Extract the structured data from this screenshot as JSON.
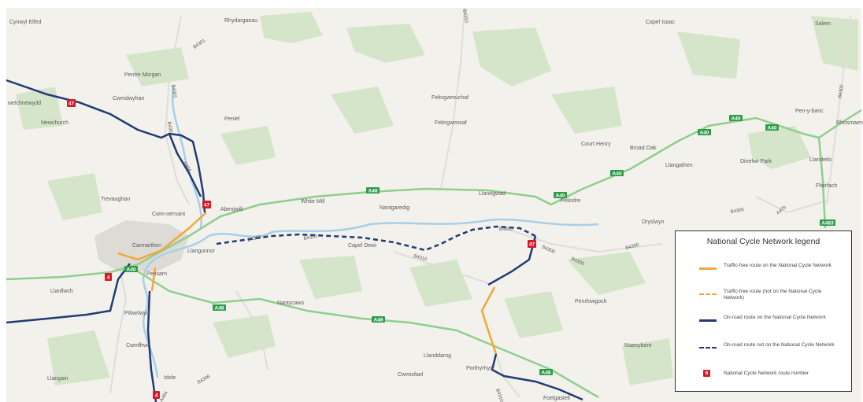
{
  "colors": {
    "land": "#f3f1ec",
    "woodland": "#cfe3c3",
    "river": "#a7cfe8",
    "a_road": "#8fcf8c",
    "ncn_route": "#223a75",
    "traffic_free": "#f2a63c",
    "ncn_marker": "#d7192b"
  },
  "places": [
    {
      "id": "cynwyl-elfed",
      "label": "Cynwyl Elfed"
    },
    {
      "id": "rhydargaeau",
      "label": "Rhydargaeau"
    },
    {
      "id": "capel-isaac",
      "label": "Capel Isaac"
    },
    {
      "id": "salem",
      "label": "Salem"
    },
    {
      "id": "pentre-morgan",
      "label": "Pentre Morgan"
    },
    {
      "id": "cwmdwyfran",
      "label": "Cwmdwyfran"
    },
    {
      "id": "welchnewydd",
      "label": "welchnewydd"
    },
    {
      "id": "newchurch",
      "label": "Newchurch"
    },
    {
      "id": "peniel",
      "label": "Peniel"
    },
    {
      "id": "felingwmuchaf",
      "label": "Felingwmuchaf"
    },
    {
      "id": "felingwmisaf",
      "label": "Felingwmisaf"
    },
    {
      "id": "pen-y-banc",
      "label": "Pen-y-banc"
    },
    {
      "id": "rhosmaen",
      "label": "Rhosmaen"
    },
    {
      "id": "court-henry",
      "label": "Court Henry"
    },
    {
      "id": "broad-oak",
      "label": "Broad Oak"
    },
    {
      "id": "llangathen",
      "label": "Llangathen"
    },
    {
      "id": "dinefwr-park",
      "label": "Dinefwr Park"
    },
    {
      "id": "llandeilo",
      "label": "Llandeilo"
    },
    {
      "id": "ffairfach",
      "label": "Ffairfach"
    },
    {
      "id": "trevaughan",
      "label": "Trevaughan"
    },
    {
      "id": "cwm-oernant",
      "label": "Cwm-oernant"
    },
    {
      "id": "abergwili",
      "label": "Abergwili"
    },
    {
      "id": "white-mill",
      "label": "White Mill"
    },
    {
      "id": "nantgaredig",
      "label": "Nantgaredig"
    },
    {
      "id": "llanegwad",
      "label": "Llanegwad"
    },
    {
      "id": "felindre",
      "label": "Felindre"
    },
    {
      "id": "dryslwyn",
      "label": "Dryslwyn"
    },
    {
      "id": "carmarthen",
      "label": "Carmarthen"
    },
    {
      "id": "llangunnor",
      "label": "Llangunnor"
    },
    {
      "id": "capel-dewi",
      "label": "Capel Dewi"
    },
    {
      "id": "pensarn",
      "label": "Pensarn"
    },
    {
      "id": "llanllwch",
      "label": "Llanllwch"
    },
    {
      "id": "pibwrlwyd",
      "label": "Pibwrlwyd"
    },
    {
      "id": "nantycaws",
      "label": "Nantycaws"
    },
    {
      "id": "penrhiwgoch",
      "label": "Penrhiwgoch"
    },
    {
      "id": "cwmffrwd",
      "label": "Cwmffrwd"
    },
    {
      "id": "maesybont",
      "label": "Maesybont"
    },
    {
      "id": "llanddarog",
      "label": "Llanddarog"
    },
    {
      "id": "cwmisfael",
      "label": "Cwmisfael"
    },
    {
      "id": "porthyrhyd",
      "label": "Porthyrhyd"
    },
    {
      "id": "idole",
      "label": "Idole"
    },
    {
      "id": "llangain",
      "label": "Llangain"
    },
    {
      "id": "foelgastell",
      "label": "Foelgastell"
    }
  ],
  "road_labels": [
    {
      "id": "b4301-a",
      "label": "B4301"
    },
    {
      "id": "b4301-b",
      "label": "B4301"
    },
    {
      "id": "b4301-c",
      "label": "B4301"
    },
    {
      "id": "a484-north",
      "label": "A484"
    },
    {
      "id": "b4310-top",
      "label": "B4310"
    },
    {
      "id": "b4302",
      "label": "B4302"
    },
    {
      "id": "b4300-a",
      "label": "B4300"
    },
    {
      "id": "b4300-b",
      "label": "B4300"
    },
    {
      "id": "b4300-c",
      "label": "B4300"
    },
    {
      "id": "b4300-d",
      "label": "B4300"
    },
    {
      "id": "b4300-e",
      "label": "B4300"
    },
    {
      "id": "b4300-f",
      "label": "B4300"
    },
    {
      "id": "b4300-g",
      "label": "B4300"
    },
    {
      "id": "b4310-a",
      "label": "B4310"
    },
    {
      "id": "b4310-b",
      "label": "B4310"
    },
    {
      "id": "a476",
      "label": "A476"
    },
    {
      "id": "b4306",
      "label": "B4306"
    },
    {
      "id": "a484-south",
      "label": "A484"
    }
  ],
  "road_shields": [
    {
      "id": "a40-1",
      "label": "A40"
    },
    {
      "id": "a40-2",
      "label": "A40"
    },
    {
      "id": "a40-3",
      "label": "A40"
    },
    {
      "id": "a40-4",
      "label": "A40"
    },
    {
      "id": "a40-5",
      "label": "A40"
    },
    {
      "id": "a40-6",
      "label": "A40"
    },
    {
      "id": "a40-west",
      "label": "A40"
    },
    {
      "id": "a48-1",
      "label": "A48"
    },
    {
      "id": "a48-2",
      "label": "A48"
    },
    {
      "id": "a48-3",
      "label": "A48"
    },
    {
      "id": "a48-4",
      "label": "A48"
    },
    {
      "id": "a483",
      "label": "A483"
    }
  ],
  "ncn_markers": [
    {
      "id": "ncn-47-nw",
      "label": "47"
    },
    {
      "id": "ncn-47-abergwili",
      "label": "47"
    },
    {
      "id": "ncn-47-east",
      "label": "47"
    },
    {
      "id": "ncn-4-west",
      "label": "4"
    },
    {
      "id": "ncn-4-south",
      "label": "4"
    }
  ],
  "legend": {
    "title": "National Cycle Network legend",
    "items": [
      {
        "symbol": "traffic-free-ncn",
        "label": "Traffic-free route on the National Cycle Network"
      },
      {
        "symbol": "traffic-free-other",
        "label": "Traffic-free route (not on the National Cycle Network)"
      },
      {
        "symbol": "on-road-ncn",
        "label": "On-road route on the National Cycle Network"
      },
      {
        "symbol": "on-road-other",
        "label": "On-road route not on the National Cycle Network"
      },
      {
        "symbol": "route-number",
        "badge": "6",
        "label": "National Cycle Network route number"
      }
    ]
  }
}
